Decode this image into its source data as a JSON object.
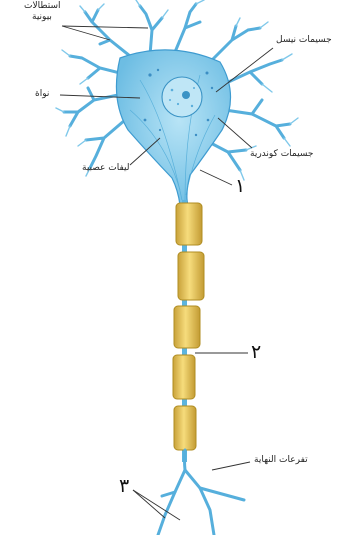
{
  "labels": {
    "dendrites": [
      "استطالات",
      "بيونية"
    ],
    "nissl_bodies": "جسيمات نيسل",
    "nucleus": "نواة",
    "mitochondria": "جسيمات كوندرية",
    "neurofibrils": "ليفات عصبية",
    "terminal_branches": "تفرعات النهاية"
  },
  "numbers": {
    "one": "١",
    "two": "٢",
    "three": "٣"
  },
  "colors": {
    "neuron_fill": "#7cc4e6",
    "neuron_stroke": "#3e9bd0",
    "soma_core": "#a9dcf2",
    "myelin": "#eccd63",
    "myelin_stroke": "#b08d22",
    "leader": "#333333"
  }
}
